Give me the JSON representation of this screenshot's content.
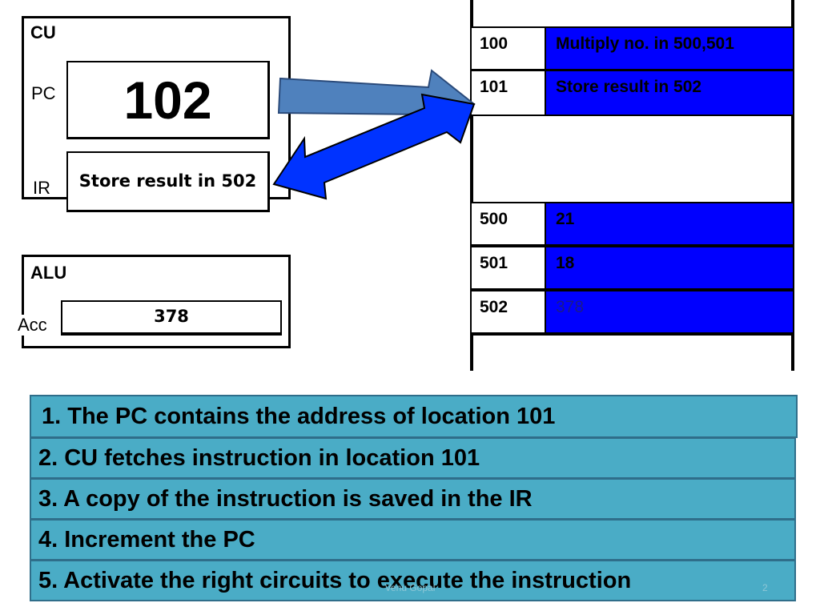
{
  "cpu": {
    "cu": {
      "title": "CU",
      "pc_label": "PC",
      "pc_value": "102",
      "ir_label": "IR",
      "ir_value": "Store result in 502"
    },
    "alu": {
      "title": "ALU",
      "acc_label": "Acc",
      "acc_value": "378"
    }
  },
  "memory": {
    "rows": [
      {
        "address": "100",
        "content": "Multiply no. in 500,501"
      },
      {
        "address": "101",
        "content": "Store result in 502"
      },
      {
        "address": "500",
        "content": "21"
      },
      {
        "address": "501",
        "content": "18"
      },
      {
        "address": "502",
        "content": "378"
      }
    ],
    "cell_color": "#0000ff"
  },
  "steps": [
    "1. The PC contains the address of location 101",
    "2. CU fetches instruction in location 101",
    "3. A copy of the instruction is saved in the IR",
    "4. Increment the PC",
    "5. Activate the right circuits to execute the instruction"
  ],
  "footer": {
    "text": "Venu Gopal",
    "page_number": "2"
  },
  "colors": {
    "step_fill": "#4aacc6",
    "pc_arrow": "#4f81bd",
    "ir_arrow": "#0033ff"
  }
}
